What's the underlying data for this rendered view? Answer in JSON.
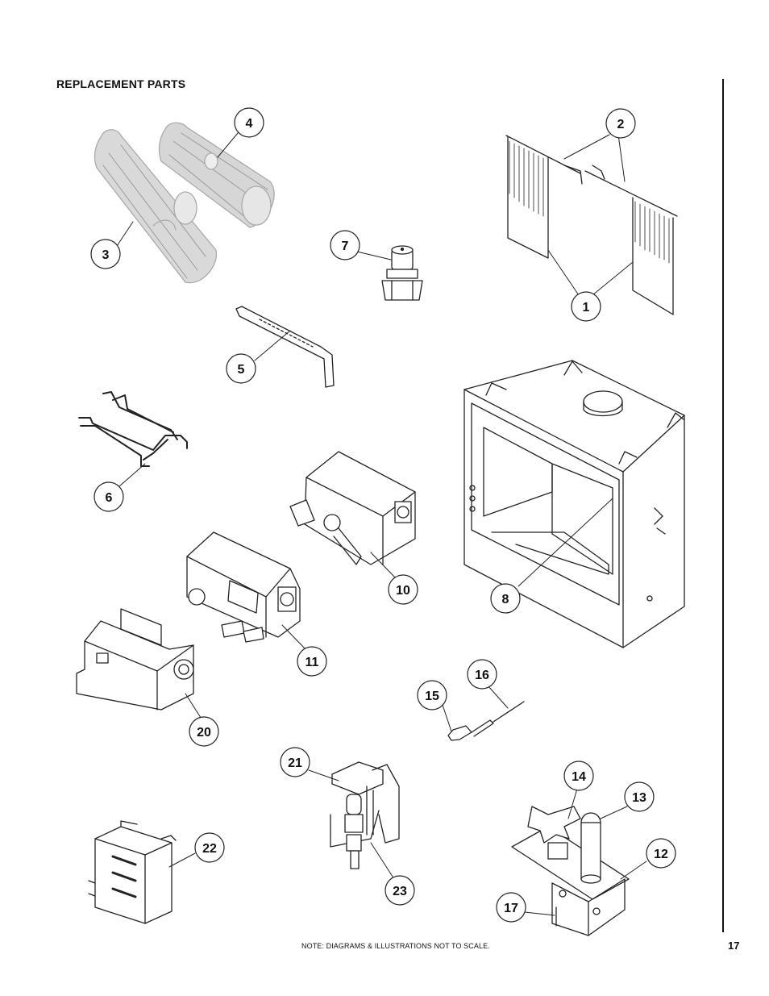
{
  "header": {
    "title": "REPLACEMENT PARTS"
  },
  "footer": {
    "note": "NOTE: DIAGRAMS & ILLUSTRATIONS NOT TO SCALE.",
    "page_number": "17"
  },
  "callouts": {
    "c1": "1",
    "c2": "2",
    "c3": "3",
    "c4": "4",
    "c5": "5",
    "c6": "6",
    "c7": "7",
    "c8": "8",
    "c10": "10",
    "c11": "11",
    "c12": "12",
    "c13": "13",
    "c14": "14",
    "c15": "15",
    "c16": "16",
    "c17": "17",
    "c20": "20",
    "c21": "21",
    "c22": "22",
    "c23": "23"
  }
}
